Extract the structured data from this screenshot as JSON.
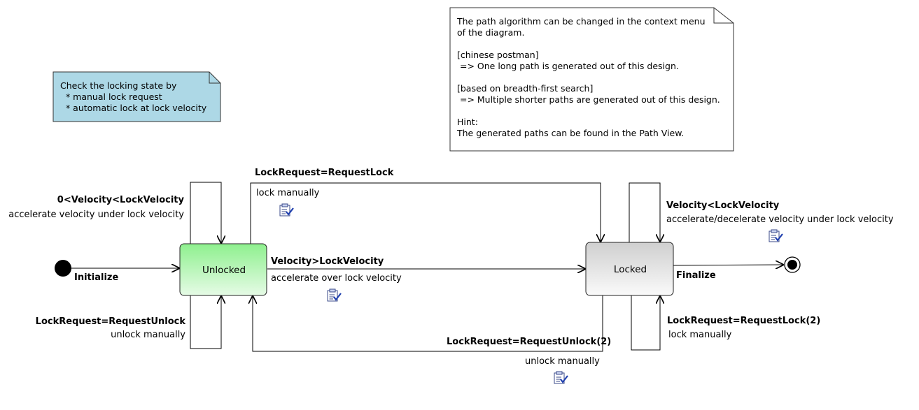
{
  "notes": {
    "locking": "Check the locking state by\n  * manual lock request\n  * automatic lock at lock velocity",
    "algorithm": "The path algorithm can be changed in the context menu\nof the diagram.\n\n[chinese postman]\n => One long path is generated out of this design.\n\n[based on breadth-first search]\n => Multiple shorter paths are generated out of this design.\n\nHint:\nThe generated paths can be found in the Path View."
  },
  "states": {
    "unlocked": "Unlocked",
    "locked": "Locked"
  },
  "transitions": {
    "initialize": "Initialize",
    "finalize": "Finalize",
    "unlocked_self_top": {
      "trigger": "0<Velocity<LockVelocity",
      "action": "accelerate velocity under lock velocity"
    },
    "unlocked_self_bottom": {
      "trigger": "LockRequest=RequestUnlock",
      "action": "unlock manually"
    },
    "lock_request": {
      "trigger": "LockRequest=RequestLock",
      "action": "lock manually"
    },
    "velocity_over": {
      "trigger": "Velocity>LockVelocity",
      "action": "accelerate over lock velocity"
    },
    "unlock_request2": {
      "trigger": "LockRequest=RequestUnlock(2)",
      "action": "unlock manually"
    },
    "locked_self_top": {
      "trigger": "Velocity<LockVelocity",
      "action": "accelerate/decelerate velocity under lock velocity"
    },
    "locked_self_bottom": {
      "trigger": "LockRequest=RequestLock(2)",
      "action": "lock manually"
    }
  },
  "colors": {
    "note_blue": "#add8e6",
    "unlocked_fill": "#8ef08e",
    "locked_fill": "#d4d4d4"
  },
  "icons": [
    "test-step-icon",
    "test-step-icon",
    "test-step-icon",
    "test-step-icon"
  ]
}
